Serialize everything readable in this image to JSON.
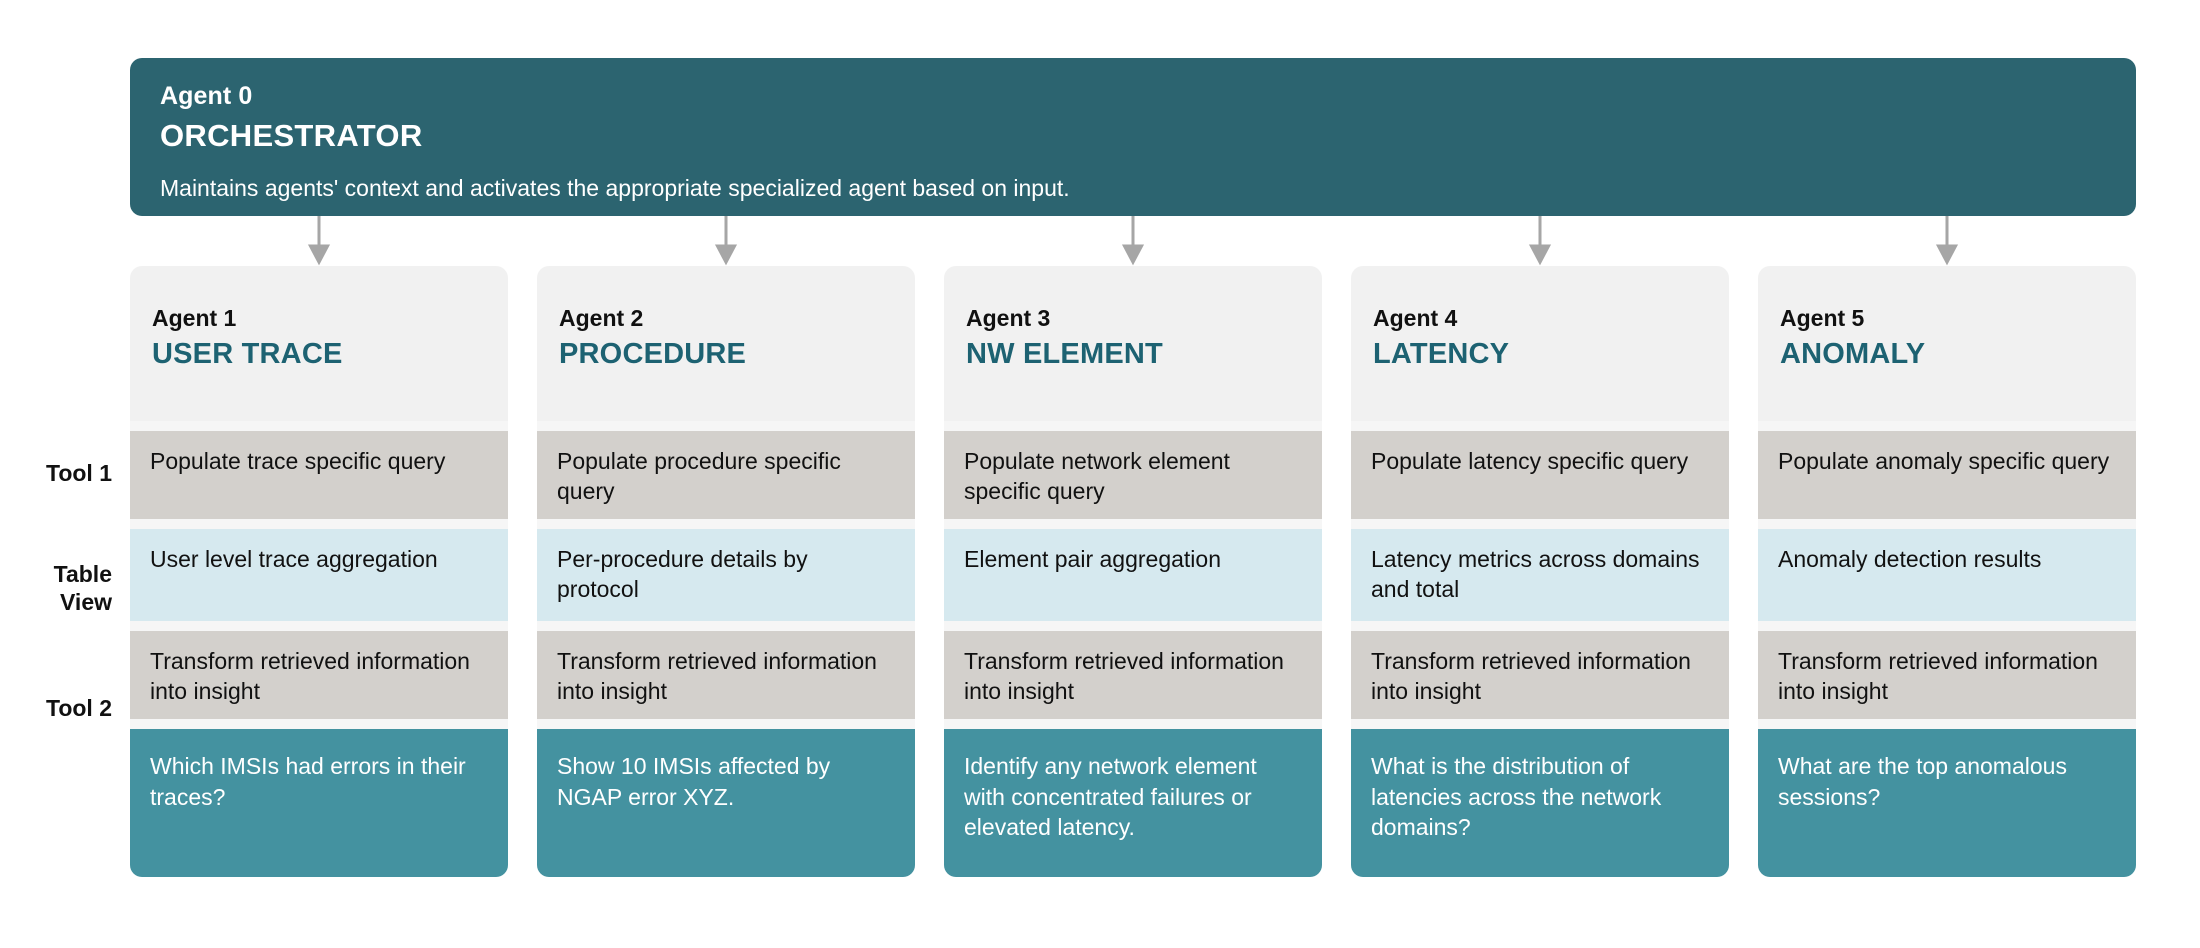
{
  "orchestrator": {
    "agent_label": "Agent 0",
    "title": "ORCHESTRATOR",
    "description": "Maintains agents' context and activates the appropriate specialized agent based on input."
  },
  "row_labels": {
    "tool1": "Tool 1",
    "table_view_line1": "Table",
    "table_view_line2": "View",
    "tool2": "Tool 2"
  },
  "colors": {
    "banner_teal": "#2c6470",
    "question_teal": "#4492a0",
    "table_blue": "#d6e9ef",
    "tool_gray": "#d3d0cc",
    "head_gray": "#f1f1f1",
    "accent_text_teal": "#1d6272",
    "arrow_gray": "#a6a6a6"
  },
  "agents": [
    {
      "num": "Agent 1",
      "name": "USER TRACE",
      "tool1": "Populate trace specific query",
      "table_view": "User level trace aggregation",
      "tool2": "Transform retrieved information into insight",
      "question": "Which IMSIs had errors in their traces?"
    },
    {
      "num": "Agent 2",
      "name": "PROCEDURE",
      "tool1": "Populate procedure specific query",
      "table_view": "Per-procedure details by protocol",
      "tool2": "Transform retrieved information into insight",
      "question": "Show 10 IMSIs affected by NGAP error XYZ."
    },
    {
      "num": "Agent 3",
      "name": "NW ELEMENT",
      "tool1": "Populate network element specific query",
      "table_view": "Element pair aggregation",
      "tool2": "Transform retrieved information into insight",
      "question": "Identify any network element with concentrated failures or elevated latency."
    },
    {
      "num": "Agent 4",
      "name": "LATENCY",
      "tool1": "Populate latency specific query",
      "table_view": "Latency metrics across domains and total",
      "tool2": "Transform retrieved information into insight",
      "question": "What is the distribution of latencies across the network domains?"
    },
    {
      "num": "Agent 5",
      "name": "ANOMALY",
      "tool1": "Populate anomaly specific query",
      "table_view": "Anomaly detection results",
      "tool2": "Transform retrieved information into insight",
      "question": "What are the top anomalous sessions?"
    }
  ]
}
